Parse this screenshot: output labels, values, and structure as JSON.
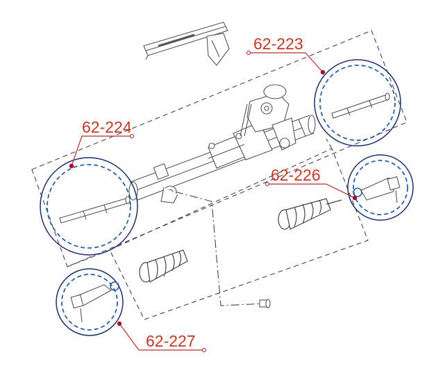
{
  "diagram": {
    "labels": {
      "tie_rod_upper": "62-223",
      "tie_rod_lower": "62-224",
      "tie_rod_end_right": "62-226",
      "tie_rod_end_left": "62-227"
    },
    "colors": {
      "label_text": "#c0392b",
      "leader_line": "#b03030",
      "marker_dot": "#a0102a",
      "detail_circle": "#1e2f6e",
      "detail_circle_inner": "#2a5fa8",
      "part_stroke": "#555555",
      "dashed_frame": "#444444"
    },
    "icons": {
      "steering_rack": "steering-rack-assembly-icon",
      "bracket": "mounting-bracket-icon",
      "bellows": "rubber-bellows-icon",
      "tie_rod": "inner-tie-rod-icon",
      "tie_rod_end": "tie-rod-end-icon",
      "bolt": "mounting-bolt-icon"
    }
  }
}
